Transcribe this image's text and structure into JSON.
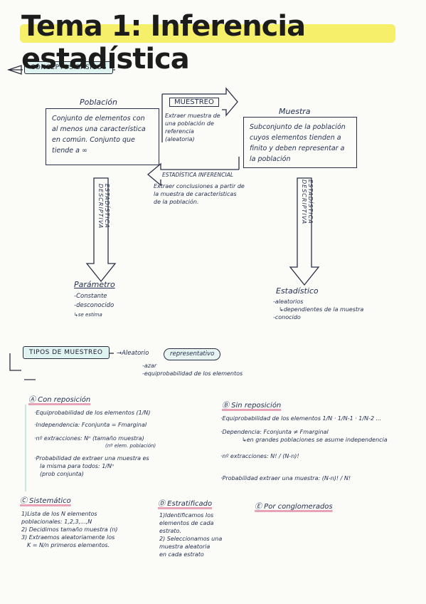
{
  "title": "Tema 1: Inferencia estadística",
  "conceptos": {
    "banner": "Conceptos básicos",
    "poblacion_label": "Población",
    "poblacion_text": "Conjunto de elementos con al menos una característica en común. Conjunto que tiende a ∞",
    "muestreo_label": "MUESTREO",
    "muestreo_text": "Extraer muestra de una población de referencia (aleatoria)",
    "muestra_label": "Muestra",
    "muestra_text": "Subconjunto de la población cuyos elementos tienden a finito y deben representar a la población",
    "inferencial_label": "ESTADÍSTICA INFERENCIAL",
    "inferencial_text": "Extraer conclusiones a partir de la muestra de características de la población.",
    "descriptiva_left": "Estadística descriptiva",
    "descriptiva_right": "Estadística descriptiva",
    "parametro_label": "Parámetro",
    "parametro_items": [
      "-Constante",
      "-desconocido",
      "↳se estima"
    ],
    "estadistico_label": "Estadístico",
    "estadistico_items": [
      "-aleatorios",
      "↳dependientes de la muestra",
      "-conocido"
    ]
  },
  "tipos": {
    "banner": "Tipos de muestreo",
    "arrow_text": "→Aleatorio",
    "pill": "representativo",
    "subitems": [
      "-azar",
      "-equiprobabilidad de los elementos"
    ]
  },
  "a": {
    "label": "Ⓐ Con reposición",
    "lines": [
      "·Equiprobabilidad de los elementos (1/N)",
      "·Independencia: Fconjunta = Fmarginal",
      "·nº extracciones:  Nⁿ (tamaño muestra)",
      "(nº elem. población)",
      "·Probabilidad de extraer una muestra es",
      "la misma para todos: 1/Nⁿ",
      "(prob conjunta)"
    ]
  },
  "b": {
    "label": "Ⓑ Sin reposición",
    "lines": [
      "·Equiprobabilidad de los elementos 1/N · 1/N-1 · 1/N-2 ...",
      "·Dependencia: Fconjunta ≠ Fmarginal",
      "↳en grandes poblaciones se asume independencia",
      "·nº extracciones:   N! / (N-n)!",
      "·Probabilidad extraer una muestra: (N-n)! / N!"
    ]
  },
  "c": {
    "label": "Ⓒ Sistemático",
    "lines": [
      "1)Lista de los N elementos",
      "poblacionales: 1,2,3,...,N",
      "2) Decidimos tamaño muestra (n)",
      "3) Extraemos aleatoriamente los",
      "K = N/n primeros elementos."
    ]
  },
  "d": {
    "label": "Ⓓ Estratificado",
    "lines": [
      "1)Identificamos los",
      "elementos de cada",
      "estrato.",
      "2) Seleccionamos una",
      "muestra aleatoria",
      "en cada estrato"
    ]
  },
  "e": {
    "label": "Ⓔ Por conglomerados"
  },
  "colors": {
    "highlight_yellow": "#f6ef6a",
    "banner_teal": "#dff3f1",
    "underline_pink": "#e7a3b8",
    "ink": "#23304f"
  }
}
